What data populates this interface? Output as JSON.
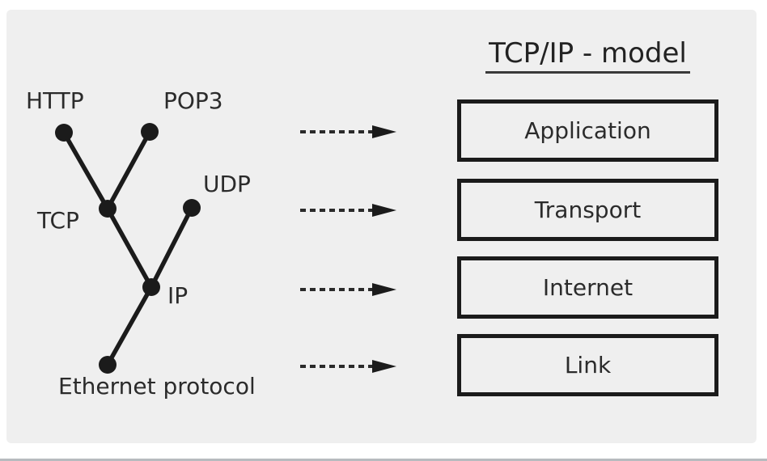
{
  "diagram": {
    "title": "TCP/IP - model",
    "tree": {
      "nodes": [
        {
          "id": "http",
          "label": "HTTP"
        },
        {
          "id": "pop3",
          "label": "POP3"
        },
        {
          "id": "tcp",
          "label": "TCP"
        },
        {
          "id": "udp",
          "label": "UDP"
        },
        {
          "id": "ip",
          "label": "IP"
        },
        {
          "id": "ethernet",
          "label": "Ethernet protocol"
        }
      ],
      "edges": [
        [
          "HTTP",
          "TCP"
        ],
        [
          "POP3",
          "TCP"
        ],
        [
          "TCP",
          "IP"
        ],
        [
          "UDP",
          "IP"
        ],
        [
          "IP",
          "Ethernet protocol"
        ]
      ]
    },
    "layers": [
      {
        "label": "Application"
      },
      {
        "label": "Transport"
      },
      {
        "label": "Internet"
      },
      {
        "label": "Link"
      }
    ],
    "icons": {
      "arrow": "dashed-arrow-right"
    },
    "colors": {
      "page_background": "#ffffff",
      "panel_background": "#efefef",
      "ink": "#1b1b1b",
      "bottom_bar": "#b7bbbf"
    }
  }
}
